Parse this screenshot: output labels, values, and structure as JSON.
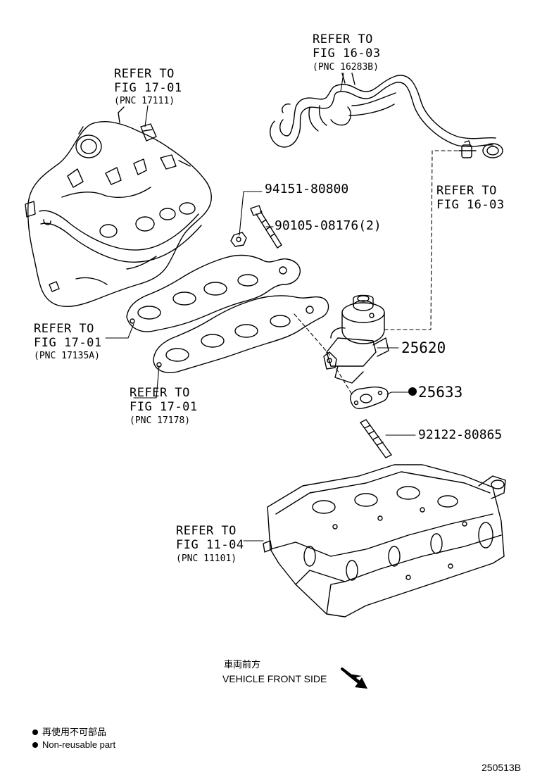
{
  "refs": {
    "ref_16_03_top": {
      "line1": "REFER TO",
      "line2": "FIG 16-03",
      "pnc": "(PNC 16283B)"
    },
    "ref_17_01_manifold": {
      "line1": "REFER TO",
      "line2": "FIG 17-01",
      "pnc": "(PNC 17111)"
    },
    "ref_16_03_clamp": {
      "line1": "REFER TO",
      "line2": "FIG 16-03"
    },
    "ref_17_01_gasket_a": {
      "line1": "REFER TO",
      "line2": "FIG 17-01",
      "pnc": "(PNC 17135A)"
    },
    "ref_17_01_gasket_b": {
      "line1": "REFER TO",
      "line2": "FIG 17-01",
      "pnc": "(PNC 17178)"
    },
    "ref_11_04_head": {
      "line1": "REFER TO",
      "line2": "FIG 11-04",
      "pnc": "(PNC 11101)"
    }
  },
  "parts": {
    "nut": "94151-80800",
    "bolt": "90105-08176(2)",
    "egr_valve": "25620",
    "gasket": "25633",
    "stud": "92122-80865"
  },
  "front_side": {
    "jp": "車両前方",
    "en": "VEHICLE FRONT SIDE"
  },
  "legend": {
    "jp": "再使用不可部品",
    "en": "Non-reusable part"
  },
  "figure_id": "250513B"
}
